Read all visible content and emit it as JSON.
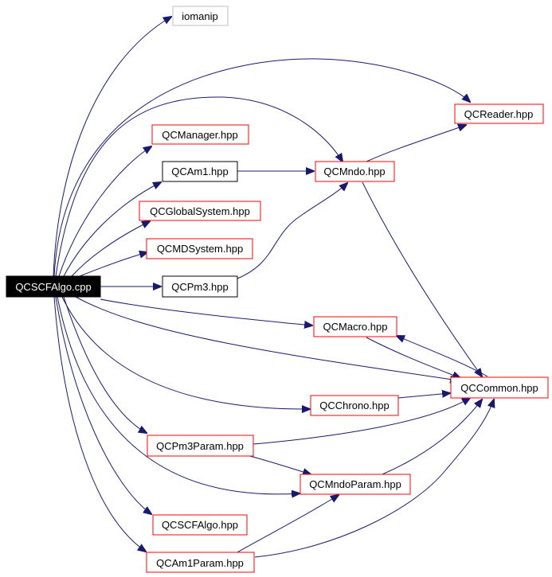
{
  "colors": {
    "edge": "#191970",
    "node_border_red": "#ff0000",
    "node_border_gray": "#bfbfbf",
    "node_border_black": "#000000",
    "root_fill": "#000000",
    "root_text": "#ffffff",
    "text": "#000000"
  },
  "nodes": [
    {
      "id": "root",
      "label": "QCSCFAlgo.cpp",
      "style": "root"
    },
    {
      "id": "iomanip",
      "label": "iomanip",
      "style": "gray"
    },
    {
      "id": "qcreader",
      "label": "QCReader.hpp",
      "style": "red"
    },
    {
      "id": "qcmanager",
      "label": "QCManager.hpp",
      "style": "red"
    },
    {
      "id": "qcam1",
      "label": "QCAm1.hpp",
      "style": "black"
    },
    {
      "id": "qcmndo",
      "label": "QCMndo.hpp",
      "style": "red"
    },
    {
      "id": "qcglobal",
      "label": "QCGlobalSystem.hpp",
      "style": "red"
    },
    {
      "id": "qcmdsystem",
      "label": "QCMDSystem.hpp",
      "style": "red"
    },
    {
      "id": "qcpm3",
      "label": "QCPm3.hpp",
      "style": "black"
    },
    {
      "id": "qcmacro",
      "label": "QCMacro.hpp",
      "style": "red"
    },
    {
      "id": "qccommon",
      "label": "QCCommon.hpp",
      "style": "red"
    },
    {
      "id": "qcchrono",
      "label": "QCChrono.hpp",
      "style": "red"
    },
    {
      "id": "qcpm3param",
      "label": "QCPm3Param.hpp",
      "style": "red"
    },
    {
      "id": "qcmndoparam",
      "label": "QCMndoParam.hpp",
      "style": "red"
    },
    {
      "id": "qcscfalgo",
      "label": "QCSCFAlgo.hpp",
      "style": "red"
    },
    {
      "id": "qcam1param",
      "label": "QCAm1Param.hpp",
      "style": "red"
    }
  ]
}
